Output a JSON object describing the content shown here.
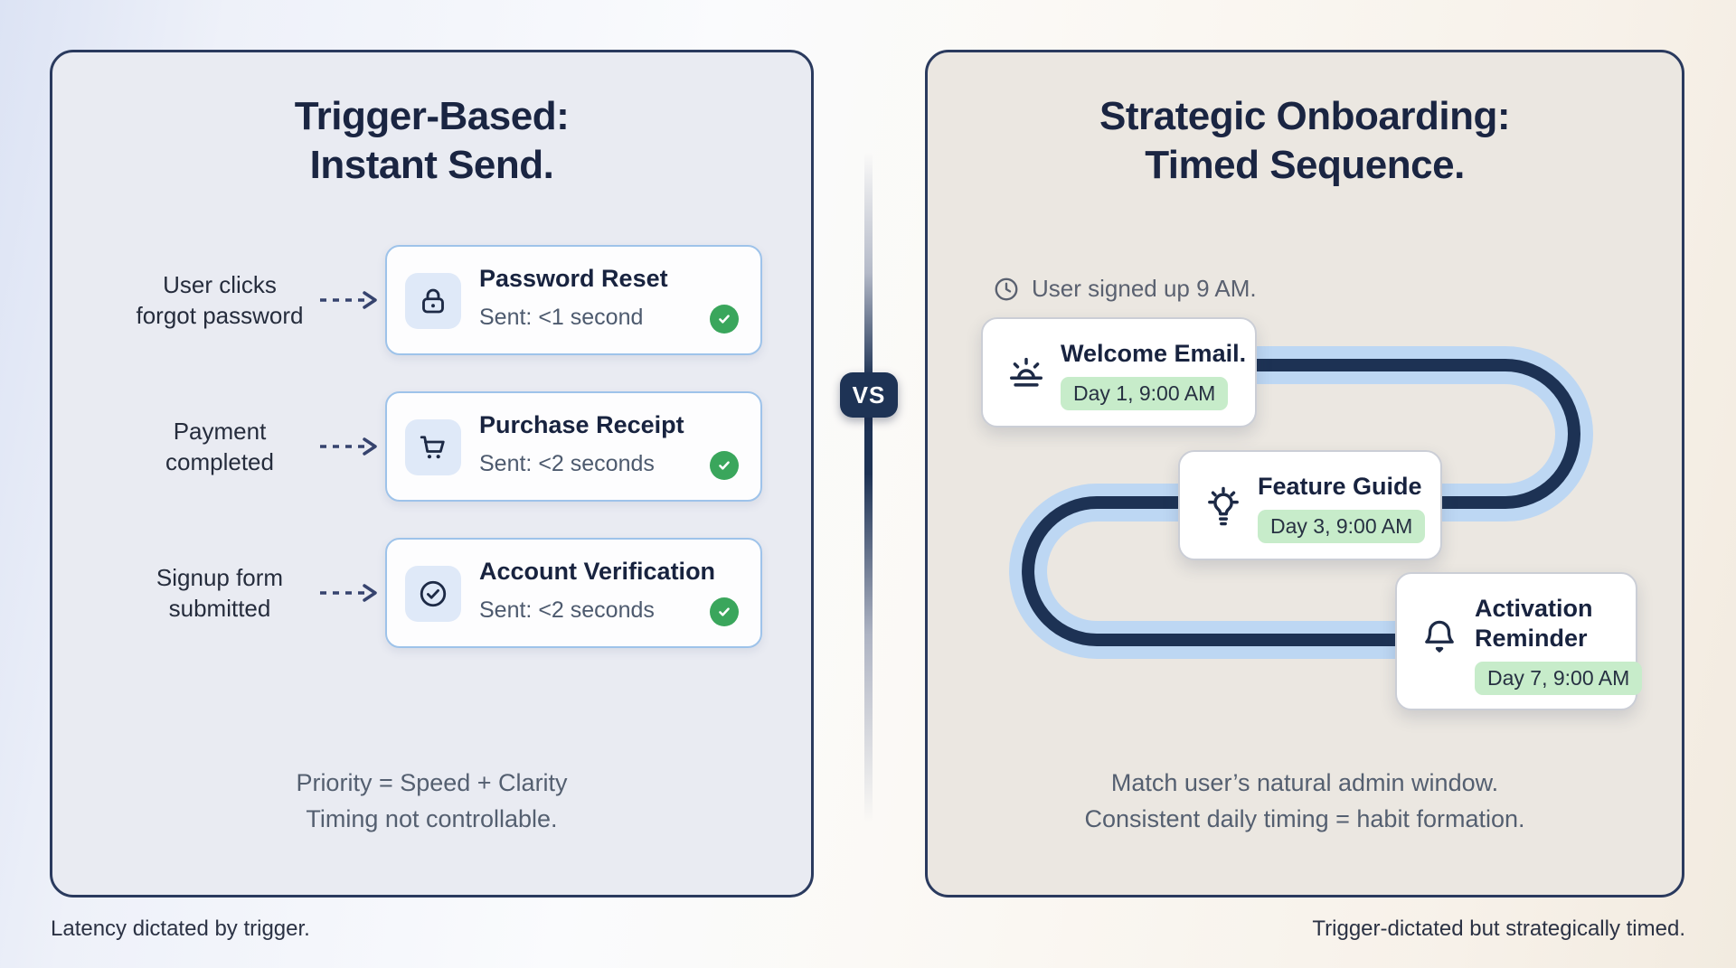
{
  "left_panel": {
    "title_line1": "Trigger-Based:",
    "title_line2": "Instant Send.",
    "rows": [
      {
        "trigger_line1": "User clicks",
        "trigger_line2": "forgot password",
        "icon": "lock-icon",
        "title": "Password Reset",
        "sent": "Sent: <1 second"
      },
      {
        "trigger_line1": "Payment",
        "trigger_line2": "completed",
        "icon": "cart-icon",
        "title": "Purchase Receipt",
        "sent": "Sent: <2 seconds"
      },
      {
        "trigger_line1": "Signup form",
        "trigger_line2": "submitted",
        "icon": "check-circle-icon",
        "title": "Account Verification",
        "sent": "Sent: <2 seconds"
      }
    ],
    "summary_line1": "Priority = Speed + Clarity",
    "summary_line2": "Timing not controllable."
  },
  "vs_badge": {
    "label": "VS"
  },
  "right_panel": {
    "title_line1": "Strategic Onboarding:",
    "title_line2": "Timed Sequence.",
    "signup_note": "User signed up 9 AM.",
    "steps": [
      {
        "icon": "sunrise-icon",
        "title": "Welcome Email.",
        "badge": "Day 1, 9:00 AM"
      },
      {
        "icon": "lightbulb-icon",
        "title": "Feature Guide",
        "badge": "Day 3, 9:00 AM"
      },
      {
        "icon": "bell-icon",
        "title": "Activation Reminder",
        "badge": "Day 7, 9:00 AM"
      }
    ],
    "summary_line1": "Match user’s natural admin window.",
    "summary_line2": "Consistent daily timing = habit formation."
  },
  "footer": {
    "left": "Latency dictated by trigger.",
    "right": "Trigger-dictated but strategically timed."
  },
  "colors": {
    "navy": "#1d3254",
    "panel_border": "#2a3a5e",
    "left_bg": "#e9ebf2",
    "right_bg": "#ebe7e1",
    "card_border": "#9ec3ea",
    "tile_bg": "#dfe9f8",
    "green": "#3aa65c",
    "pill_bg": "#c7ecca",
    "path_blue": "#bdd7f3",
    "muted": "#545f70"
  }
}
